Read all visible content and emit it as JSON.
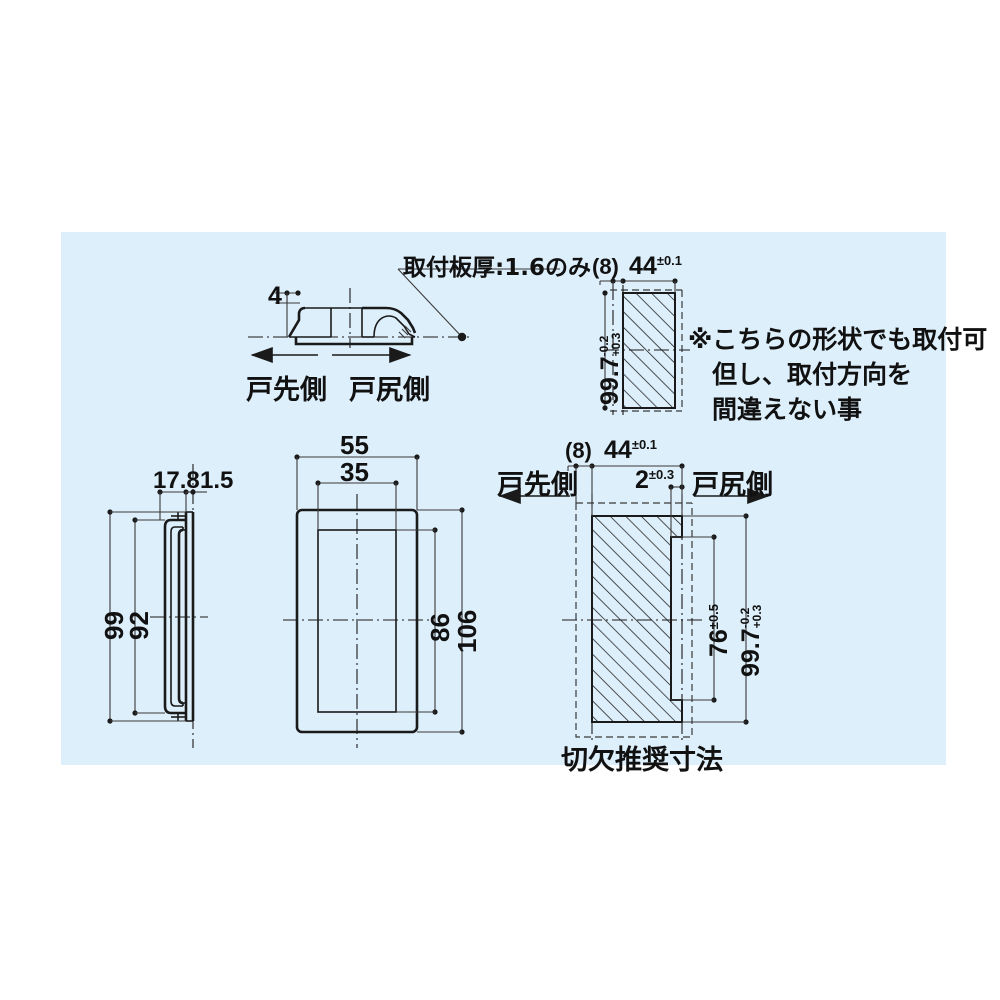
{
  "drawing": {
    "background_color": "#ffffff",
    "panel_color": "#ddeffb",
    "line_color": "#1a1a1a"
  },
  "views": {
    "section_top_left": {
      "name": "side-section-view",
      "dim_height": "4",
      "note": "取付板厚:1.6のみ",
      "arrow_left_label": "戸先側",
      "arrow_right_label": "戸尻側"
    },
    "alt_shape_top_right": {
      "name": "alternate-cutout-view",
      "dim_offset": "(8)",
      "dim_width": "44",
      "dim_width_tol": "±0.1",
      "dim_height": "99.7",
      "dim_height_tol_upper": "-0.2",
      "dim_height_tol_lower": "+0.3",
      "note_line1": "※こちらの形状でも取付可",
      "note_line2": "但し、取付方向を",
      "note_line3": "間違えない事"
    },
    "side_view_left": {
      "name": "left-side-view",
      "dim_depth": "17.8",
      "dim_flange": "1.5",
      "dim_outer_height": "99",
      "dim_inner_height": "92"
    },
    "front_view_center": {
      "name": "front-view",
      "dim_outer_width": "55",
      "dim_inner_width": "35",
      "dim_inner_height": "86",
      "dim_outer_height": "106"
    },
    "cutout_bottom_right": {
      "name": "recommended-cutout-view",
      "dim_offset": "(8)",
      "dim_width": "44",
      "dim_width_tol": "±0.1",
      "dim_notch": "2",
      "dim_notch_tol": "±0.3",
      "dim_inner_height": "76",
      "dim_inner_height_tol": "±0.5",
      "dim_outer_height": "99.7",
      "dim_outer_height_tol_upper": "-0.2",
      "dim_outer_height_tol_lower": "+0.3",
      "arrow_left_label": "戸先側",
      "arrow_right_label": "戸尻側",
      "caption": "切欠推奨寸法"
    }
  }
}
